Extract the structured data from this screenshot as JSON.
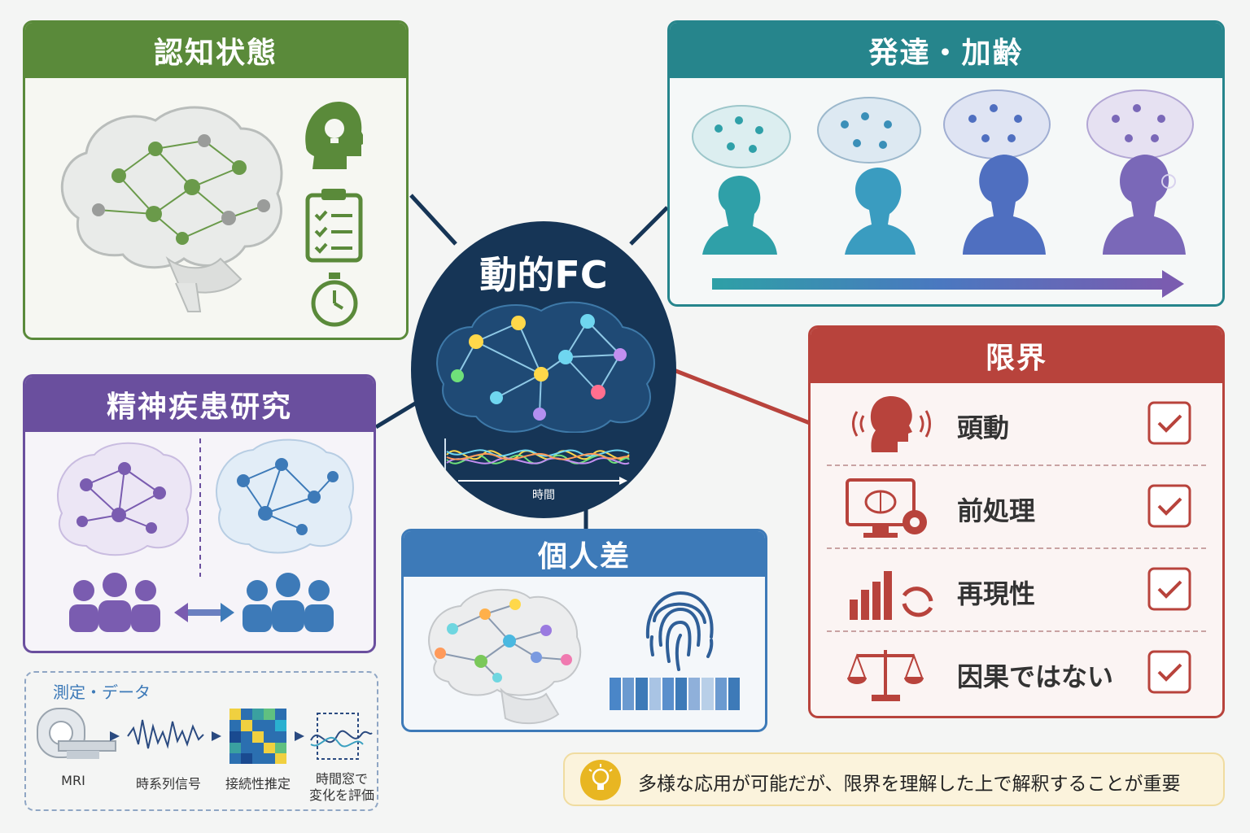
{
  "center": {
    "title": "動的FC",
    "time_label": "時間"
  },
  "cognition": {
    "title": "認知状態",
    "icons": [
      "head-lightbulb-icon",
      "checklist-clipboard-icon",
      "stopwatch-icon"
    ]
  },
  "development": {
    "title": "発達・加齢",
    "stages": [
      "child",
      "adolescent",
      "adult",
      "elderly"
    ]
  },
  "psychiatry": {
    "title": "精神疾患研究"
  },
  "individual": {
    "title": "個人差"
  },
  "limits": {
    "title": "限界",
    "items": [
      {
        "label": "頭動",
        "icon": "head-motion-icon"
      },
      {
        "label": "前処理",
        "icon": "monitor-gear-icon"
      },
      {
        "label": "再現性",
        "icon": "bar-chart-refresh-icon"
      },
      {
        "label": "因果ではない",
        "icon": "scales-icon"
      }
    ]
  },
  "measurement": {
    "title": "測定・データ",
    "steps": [
      "MRI",
      "時系列信号",
      "接続性推定",
      "時間窓で\n変化を評価"
    ]
  },
  "footer": {
    "note": "多様な応用が可能だが、限界を理解した上で解釈することが重要"
  },
  "colors": {
    "green": "#5a8a3a",
    "teal": "#26858c",
    "purple": "#6a4f9e",
    "blue": "#3d7ab8",
    "red": "#b8433c",
    "navy": "#163556"
  }
}
